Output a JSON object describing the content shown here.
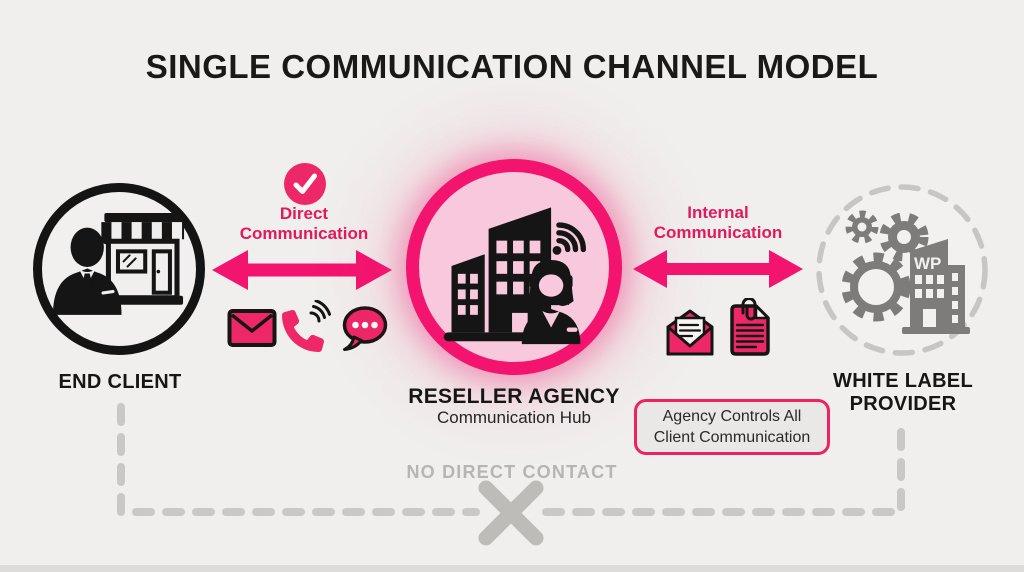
{
  "title": "SINGLE COMMUNICATION CHANNEL MODEL",
  "nodes": {
    "end_client": {
      "label": "END CLIENT",
      "icon": "businessman-storefront-icon"
    },
    "reseller_agency": {
      "label": "RESELLER AGENCY",
      "sublabel": "Communication Hub",
      "icon": "office-building-support-agent-icon"
    },
    "white_label_provider": {
      "label_line1": "WHITE LABEL",
      "label_line2": "PROVIDER",
      "icon": "gears-wp-building-icon"
    }
  },
  "links": {
    "direct": {
      "label_line1": "Direct",
      "label_line2": "Communication",
      "badge_icon": "checkmark-icon",
      "channel_icons": [
        "envelope-icon",
        "phone-icon",
        "chat-bubble-icon"
      ]
    },
    "internal": {
      "label_line1": "Internal",
      "label_line2": "Communication",
      "channel_icons": [
        "open-envelope-icon",
        "document-paperclip-icon"
      ]
    }
  },
  "callout": {
    "line1": "Agency Controls All",
    "line2": "Client Communication"
  },
  "no_contact_label": "NO DIRECT CONTACT",
  "colors": {
    "background": "#f0efed",
    "black": "#141414",
    "pink": "#F2146E",
    "pink_text": "#E2195F",
    "pink_light_fill": "#F8C8DC",
    "gray_dash": "#c9c8c6",
    "gray_icon": "#7d7c7a",
    "gray_text": "#b6b5b3",
    "callout_bg": "#e9e8e6"
  }
}
